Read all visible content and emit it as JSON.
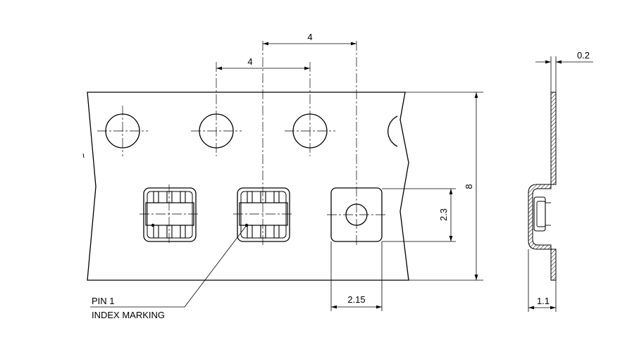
{
  "dimensions": {
    "pitch_sprocket": "4",
    "pitch_component": "4",
    "tape_thickness": "0.2",
    "tape_width": "8",
    "pocket_length": "2.3",
    "pocket_width": "2.15",
    "pocket_depth": "1.1"
  },
  "labels": {
    "pin1_line1": "PIN 1",
    "pin1_line2": "INDEX MARKING"
  },
  "colors": {
    "line": "#000000",
    "background": "#ffffff"
  }
}
